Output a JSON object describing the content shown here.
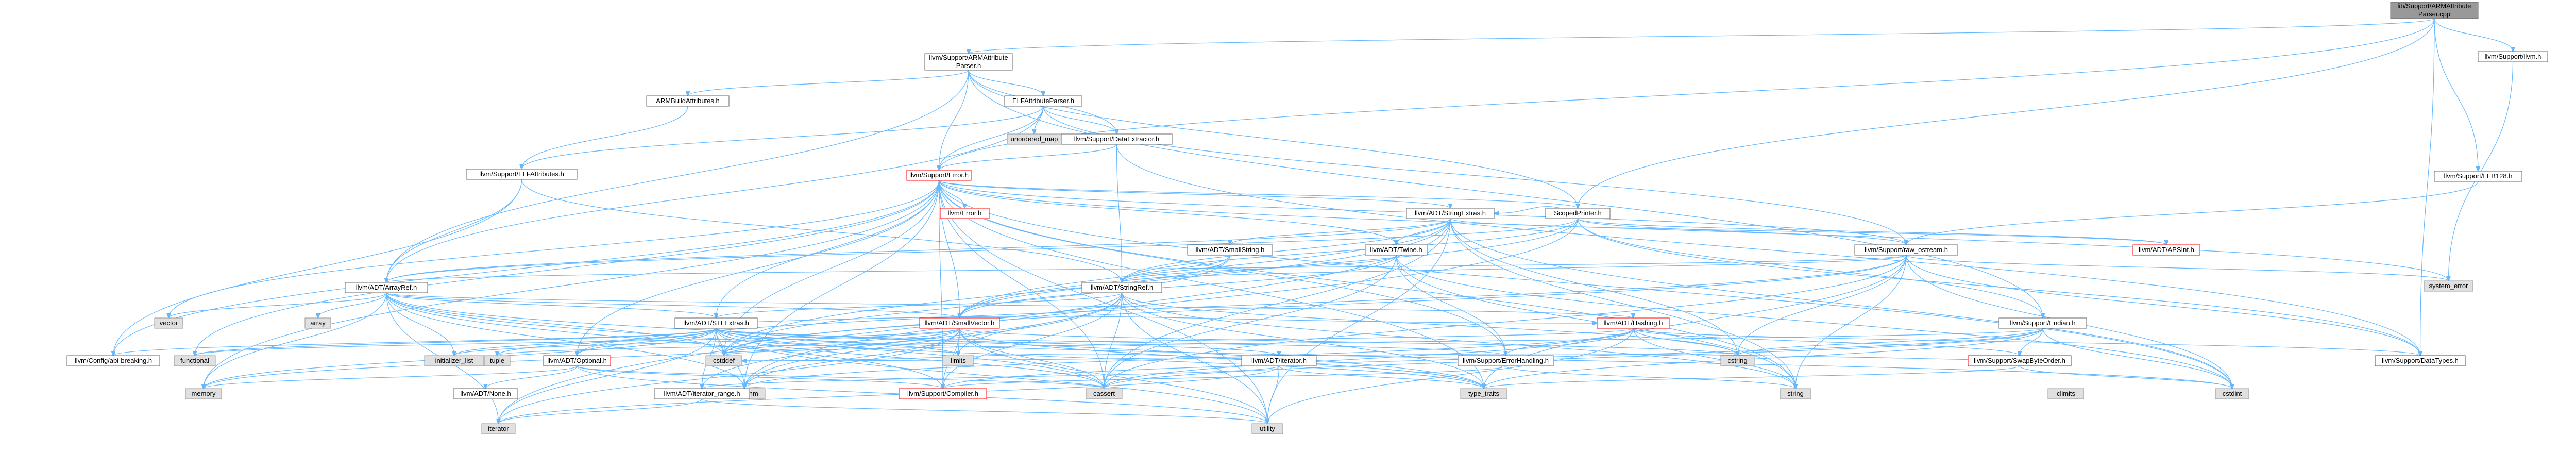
{
  "colors": {
    "edge": "#63b8ff",
    "node_fill": "#ffffff",
    "node_border": "#666666",
    "focus_fill": "#999999",
    "focus_border": "#666666",
    "system_fill": "#e0e0e0",
    "system_border": "#999999",
    "truncated_border": "#ff0000"
  },
  "nodes": [
    {
      "id": "root",
      "lines": [
        "lib/Support/ARMAttribute",
        "Parser.cpp"
      ],
      "kind": "focus"
    },
    {
      "id": "armattrparser",
      "lines": [
        "llvm/Support/ARMAttribute",
        "Parser.h"
      ],
      "kind": "normal"
    },
    {
      "id": "llvmh",
      "lines": [
        "llvm/Support/llvm.h"
      ],
      "kind": "normal"
    },
    {
      "id": "armbuild",
      "lines": [
        "ARMBuildAttributes.h"
      ],
      "kind": "normal"
    },
    {
      "id": "elfattrparser",
      "lines": [
        "ELFAttributeParser.h"
      ],
      "kind": "normal"
    },
    {
      "id": "unordered_map",
      "lines": [
        "unordered_map"
      ],
      "kind": "system"
    },
    {
      "id": "dataextractor",
      "lines": [
        "llvm/Support/DataExtractor.h"
      ],
      "kind": "normal"
    },
    {
      "id": "leb128",
      "lines": [
        "llvm/Support/LEB128.h"
      ],
      "kind": "normal"
    },
    {
      "id": "elfattributes",
      "lines": [
        "llvm/Support/ELFAttributes.h"
      ],
      "kind": "normal"
    },
    {
      "id": "error",
      "lines": [
        "llvm/Support/Error.h"
      ],
      "kind": "truncated"
    },
    {
      "id": "errorh",
      "lines": [
        "llvm/Error.h"
      ],
      "kind": "truncated"
    },
    {
      "id": "stringextras",
      "lines": [
        "llvm/ADT/StringExtras.h"
      ],
      "kind": "normal"
    },
    {
      "id": "scopedprinter",
      "lines": [
        "ScopedPrinter.h"
      ],
      "kind": "normal"
    },
    {
      "id": "smallstring",
      "lines": [
        "llvm/ADT/SmallString.h"
      ],
      "kind": "normal"
    },
    {
      "id": "twine",
      "lines": [
        "llvm/ADT/Twine.h"
      ],
      "kind": "normal"
    },
    {
      "id": "rawostream",
      "lines": [
        "llvm/Support/raw_ostream.h"
      ],
      "kind": "normal"
    },
    {
      "id": "apsint",
      "lines": [
        "llvm/ADT/APSInt.h"
      ],
      "kind": "truncated"
    },
    {
      "id": "system_error",
      "lines": [
        "system_error"
      ],
      "kind": "system"
    },
    {
      "id": "arrayref",
      "lines": [
        "llvm/ADT/ArrayRef.h"
      ],
      "kind": "normal"
    },
    {
      "id": "stringref",
      "lines": [
        "llvm/ADT/StringRef.h"
      ],
      "kind": "normal"
    },
    {
      "id": "endian",
      "lines": [
        "llvm/Support/Endian.h"
      ],
      "kind": "normal"
    },
    {
      "id": "vector",
      "lines": [
        "vector"
      ],
      "kind": "system"
    },
    {
      "id": "array",
      "lines": [
        "array"
      ],
      "kind": "system"
    },
    {
      "id": "stlextras",
      "lines": [
        "llvm/ADT/STLExtras.h"
      ],
      "kind": "normal"
    },
    {
      "id": "smallvector",
      "lines": [
        "llvm/ADT/SmallVector.h"
      ],
      "kind": "truncated"
    },
    {
      "id": "hashing",
      "lines": [
        "llvm/ADT/Hashing.h"
      ],
      "kind": "truncated"
    },
    {
      "id": "swapbyteorder",
      "lines": [
        "llvm/Support/SwapByteOrder.h"
      ],
      "kind": "truncated"
    },
    {
      "id": "datatypes",
      "lines": [
        "llvm/Support/DataTypes.h"
      ],
      "kind": "truncated"
    },
    {
      "id": "configbreaking",
      "lines": [
        "llvm/Config/abi-breaking.h"
      ],
      "kind": "normal"
    },
    {
      "id": "functional",
      "lines": [
        "functional"
      ],
      "kind": "system"
    },
    {
      "id": "initializer_list",
      "lines": [
        "initializer_list"
      ],
      "kind": "system"
    },
    {
      "id": "tuple",
      "lines": [
        "tuple"
      ],
      "kind": "system"
    },
    {
      "id": "optional",
      "lines": [
        "llvm/ADT/Optional.h"
      ],
      "kind": "truncated"
    },
    {
      "id": "cstddef",
      "lines": [
        "cstddef"
      ],
      "kind": "system"
    },
    {
      "id": "limits",
      "lines": [
        "limits"
      ],
      "kind": "system"
    },
    {
      "id": "adtiterator",
      "lines": [
        "llvm/ADT/iterator.h"
      ],
      "kind": "normal"
    },
    {
      "id": "errorhandling",
      "lines": [
        "llvm/Support/ErrorHandling.h"
      ],
      "kind": "normal"
    },
    {
      "id": "cstring",
      "lines": [
        "cstring"
      ],
      "kind": "system"
    },
    {
      "id": "memory",
      "lines": [
        "memory"
      ],
      "kind": "system"
    },
    {
      "id": "adtnone",
      "lines": [
        "llvm/ADT/None.h"
      ],
      "kind": "normal"
    },
    {
      "id": "algorithm",
      "lines": [
        "algorithm"
      ],
      "kind": "system"
    },
    {
      "id": "iteratorrange",
      "lines": [
        "llvm/ADT/iterator_range.h"
      ],
      "kind": "normal"
    },
    {
      "id": "cassert",
      "lines": [
        "cassert"
      ],
      "kind": "system"
    },
    {
      "id": "compiler",
      "lines": [
        "llvm/Support/Compiler.h"
      ],
      "kind": "truncated"
    },
    {
      "id": "type_traits",
      "lines": [
        "type_traits"
      ],
      "kind": "system"
    },
    {
      "id": "string",
      "lines": [
        "string"
      ],
      "kind": "system"
    },
    {
      "id": "cstdint",
      "lines": [
        "cstdint"
      ],
      "kind": "system"
    },
    {
      "id": "climits",
      "lines": [
        "climits"
      ],
      "kind": "system"
    },
    {
      "id": "iterator",
      "lines": [
        "iterator"
      ],
      "kind": "system"
    },
    {
      "id": "utility",
      "lines": [
        "utility"
      ],
      "kind": "system"
    }
  ],
  "edges": [
    [
      "root",
      "armattrparser"
    ],
    [
      "root",
      "llvmh"
    ],
    [
      "root",
      "leb128"
    ],
    [
      "root",
      "scopedprinter"
    ],
    [
      "root",
      "error"
    ],
    [
      "root",
      "datatypes"
    ],
    [
      "llvmh",
      "system_error"
    ],
    [
      "armattrparser",
      "armbuild"
    ],
    [
      "armattrparser",
      "elfattrparser"
    ],
    [
      "armattrparser",
      "dataextractor"
    ],
    [
      "armattrparser",
      "error"
    ],
    [
      "armattrparser",
      "arrayref"
    ],
    [
      "armattrparser",
      "scopedprinter"
    ],
    [
      "armattrparser",
      "endian"
    ],
    [
      "armbuild",
      "elfattributes"
    ],
    [
      "elfattrparser",
      "unordered_map"
    ],
    [
      "elfattrparser",
      "dataextractor"
    ],
    [
      "elfattrparser",
      "elfattributes"
    ],
    [
      "elfattrparser",
      "error"
    ],
    [
      "elfattrparser",
      "arrayref"
    ],
    [
      "elfattrparser",
      "rawostream"
    ],
    [
      "elfattributes",
      "arrayref"
    ],
    [
      "elfattributes",
      "stringref"
    ],
    [
      "elfattributes",
      "configbreaking"
    ],
    [
      "dataextractor",
      "stringref"
    ],
    [
      "dataextractor",
      "error"
    ],
    [
      "dataextractor",
      "datatypes"
    ],
    [
      "leb128",
      "rawostream"
    ],
    [
      "error",
      "errorh"
    ],
    [
      "error",
      "stringextras"
    ],
    [
      "error",
      "twine"
    ],
    [
      "error",
      "stlextras"
    ],
    [
      "error",
      "smallvector"
    ],
    [
      "error",
      "configbreaking"
    ],
    [
      "error",
      "errorhandling"
    ],
    [
      "error",
      "compiler"
    ],
    [
      "error",
      "rawostream"
    ],
    [
      "error",
      "algorithm"
    ],
    [
      "error",
      "cassert"
    ],
    [
      "error",
      "cstdint"
    ],
    [
      "error",
      "cstdlib"
    ],
    [
      "error",
      "functional"
    ],
    [
      "error",
      "memory"
    ],
    [
      "error",
      "new"
    ],
    [
      "error",
      "optional"
    ],
    [
      "error",
      "string"
    ],
    [
      "error",
      "system_error"
    ],
    [
      "error",
      "type_traits"
    ],
    [
      "error",
      "utility"
    ],
    [
      "error",
      "vector"
    ],
    [
      "error",
      "cstddef"
    ],
    [
      "error",
      "scopedprinter"
    ],
    [
      "stringextras",
      "arrayref"
    ],
    [
      "stringextras",
      "apsint"
    ],
    [
      "stringextras",
      "smallstring"
    ],
    [
      "stringextras",
      "stringref"
    ],
    [
      "stringextras",
      "twine"
    ],
    [
      "stringextras",
      "cassert"
    ],
    [
      "stringextras",
      "cstddef"
    ],
    [
      "stringextras",
      "cstdint"
    ],
    [
      "stringextras",
      "cstdlib"
    ],
    [
      "stringextras",
      "cstring"
    ],
    [
      "stringextras",
      "iterator"
    ],
    [
      "stringextras",
      "string"
    ],
    [
      "stringextras",
      "utility"
    ],
    [
      "stringextras",
      "smallvector"
    ],
    [
      "scopedprinter",
      "apsint"
    ],
    [
      "scopedprinter",
      "arrayref"
    ],
    [
      "scopedprinter",
      "smallvector"
    ],
    [
      "scopedprinter",
      "stringextras"
    ],
    [
      "scopedprinter",
      "stringref"
    ],
    [
      "scopedprinter",
      "datatypes"
    ],
    [
      "scopedprinter",
      "endian"
    ],
    [
      "scopedprinter",
      "rawostream"
    ],
    [
      "scopedprinter",
      "algorithm"
    ],
    [
      "smallstring",
      "smallvector"
    ],
    [
      "smallstring",
      "stringref"
    ],
    [
      "smallstring",
      "cstddef"
    ],
    [
      "twine",
      "smallvector"
    ],
    [
      "twine",
      "stringref"
    ],
    [
      "twine",
      "errorhandling"
    ],
    [
      "twine",
      "cassert"
    ],
    [
      "twine",
      "cstdint"
    ],
    [
      "twine",
      "string"
    ],
    [
      "rawostream",
      "arrayref"
    ],
    [
      "rawostream",
      "stringref"
    ],
    [
      "rawostream",
      "datatypes"
    ],
    [
      "rawostream",
      "cassert"
    ],
    [
      "rawostream",
      "cstddef"
    ],
    [
      "rawostream",
      "cstdint"
    ],
    [
      "rawostream",
      "cstring"
    ],
    [
      "rawostream",
      "optional"
    ],
    [
      "rawostream",
      "string"
    ],
    [
      "rawostream",
      "system_error"
    ],
    [
      "rawostream",
      "type_traits"
    ],
    [
      "arrayref",
      "hashing"
    ],
    [
      "arrayref",
      "smallvector"
    ],
    [
      "arrayref",
      "stlextras"
    ],
    [
      "arrayref",
      "compiler"
    ],
    [
      "arrayref",
      "algorithm"
    ],
    [
      "arrayref",
      "array"
    ],
    [
      "arrayref",
      "cassert"
    ],
    [
      "arrayref",
      "cstddef"
    ],
    [
      "arrayref",
      "initializer_list"
    ],
    [
      "arrayref",
      "iterator"
    ],
    [
      "arrayref",
      "memory"
    ],
    [
      "arrayref",
      "type_traits"
    ],
    [
      "arrayref",
      "vector"
    ],
    [
      "stringref",
      "stlextras"
    ],
    [
      "stringref",
      "iteratorrange"
    ],
    [
      "stringref",
      "compiler"
    ],
    [
      "stringref",
      "algorithm"
    ],
    [
      "stringref",
      "cassert"
    ],
    [
      "stringref",
      "cstddef"
    ],
    [
      "stringref",
      "cstring"
    ],
    [
      "stringref",
      "limits"
    ],
    [
      "stringref",
      "string"
    ],
    [
      "stringref",
      "type_traits"
    ],
    [
      "stringref",
      "utility"
    ],
    [
      "endian",
      "compiler"
    ],
    [
      "endian",
      "swapbyteorder"
    ],
    [
      "endian",
      "cassert"
    ],
    [
      "endian",
      "cstddef"
    ],
    [
      "endian",
      "cstdint"
    ],
    [
      "endian",
      "cstring"
    ],
    [
      "endian",
      "type_traits"
    ],
    [
      "stlextras",
      "hashing"
    ],
    [
      "stlextras",
      "optional"
    ],
    [
      "stlextras",
      "adtiterator"
    ],
    [
      "stlextras",
      "iteratorrange"
    ],
    [
      "stlextras",
      "configbreaking"
    ],
    [
      "stlextras",
      "errorhandling"
    ],
    [
      "stlextras",
      "algorithm"
    ],
    [
      "stlextras",
      "cassert"
    ],
    [
      "stlextras",
      "cstddef"
    ],
    [
      "stlextras",
      "cstdint"
    ],
    [
      "stlextras",
      "cstdlib"
    ],
    [
      "stlextras",
      "functional"
    ],
    [
      "stlextras",
      "initializer_list"
    ],
    [
      "stlextras",
      "iterator"
    ],
    [
      "stlextras",
      "limits"
    ],
    [
      "stlextras",
      "memory"
    ],
    [
      "stlextras",
      "tuple"
    ],
    [
      "stlextras",
      "type_traits"
    ],
    [
      "stlextras",
      "utility"
    ],
    [
      "smallvector",
      "compiler"
    ],
    [
      "smallvector",
      "type_traits"
    ],
    [
      "smallvector",
      "algorithm"
    ],
    [
      "smallvector",
      "cassert"
    ],
    [
      "smallvector",
      "cstddef"
    ],
    [
      "smallvector",
      "cstdlib"
    ],
    [
      "smallvector",
      "cstring"
    ],
    [
      "smallvector",
      "functional"
    ],
    [
      "smallvector",
      "initializer_list"
    ],
    [
      "smallvector",
      "iterator"
    ],
    [
      "smallvector",
      "limits"
    ],
    [
      "smallvector",
      "memory"
    ],
    [
      "smallvector",
      "new"
    ],
    [
      "smallvector",
      "type_traits"
    ],
    [
      "smallvector",
      "utility"
    ],
    [
      "hashing",
      "errorhandling"
    ],
    [
      "hashing",
      "datatypes"
    ],
    [
      "hashing",
      "swapbyteorder"
    ],
    [
      "hashing",
      "algorithm"
    ],
    [
      "hashing",
      "cassert"
    ],
    [
      "hashing",
      "cstring"
    ],
    [
      "hashing",
      "string"
    ],
    [
      "hashing",
      "tuple"
    ],
    [
      "hashing",
      "utility"
    ],
    [
      "swapbyteorder",
      "cstddef"
    ],
    [
      "swapbyteorder",
      "cstdint"
    ],
    [
      "swapbyteorder",
      "type_traits"
    ],
    [
      "optional",
      "adtnone"
    ],
    [
      "optional",
      "compiler"
    ],
    [
      "optional",
      "cassert"
    ],
    [
      "optional",
      "memory"
    ],
    [
      "optional",
      "new"
    ],
    [
      "optional",
      "utility"
    ],
    [
      "adtiterator",
      "iteratorrange"
    ],
    [
      "adtiterator",
      "cstddef"
    ],
    [
      "adtiterator",
      "iterator"
    ],
    [
      "adtiterator",
      "type_traits"
    ],
    [
      "adtiterator",
      "utility"
    ],
    [
      "iteratorrange",
      "iterator"
    ],
    [
      "iteratorrange",
      "utility"
    ],
    [
      "errorhandling",
      "compiler"
    ],
    [
      "errorhandling",
      "string"
    ]
  ]
}
